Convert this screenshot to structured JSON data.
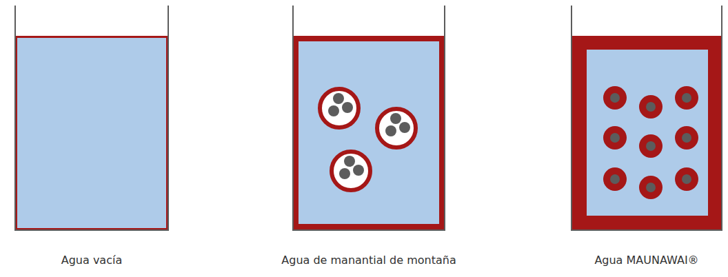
{
  "diagram": {
    "labels": [
      "Agua vacía",
      "Agua de manantial de montaña",
      "Agua MAUNAWAI®"
    ]
  }
}
